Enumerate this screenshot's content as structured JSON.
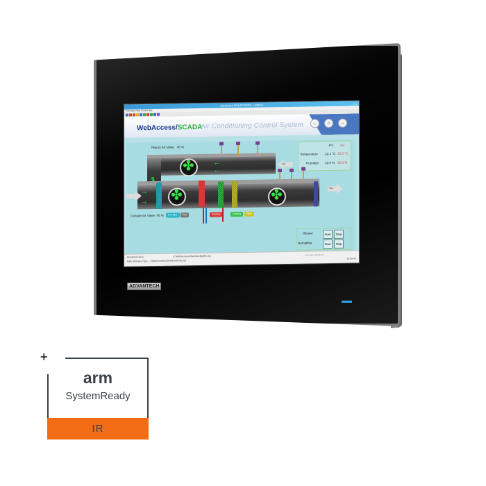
{
  "device": {
    "brand_label": "ADVANTECH",
    "led_color": "#29a8e8"
  },
  "window": {
    "title": "Advantech WebACCESS - Untitled",
    "controls": "_ □ x",
    "menu": "File  Edit  View  Tools  Help"
  },
  "hmi": {
    "logo_main": "WebAccess/",
    "logo_accent": "SCADA",
    "system_title": "Air Conditioning Control System",
    "nav": {
      "back": "←",
      "home": "⌂",
      "forward": "→"
    },
    "return_air_label": "Return Air Valve",
    "return_air_value": "45 %",
    "outside_air_label": "Outside Air Valve",
    "outside_air_value": "45 %",
    "arrow_out_label": "SUL",
    "arrow_in_label": "SUL",
    "readings": {
      "pv_header": "PV",
      "sv_header": "SV",
      "rows": [
        {
          "label": "Temperature",
          "pv": "12.1 °C",
          "sv": "25.0 °C"
        },
        {
          "label": "Humidity",
          "pv": "12.9 %",
          "sv": "35.0 %"
        }
      ]
    },
    "tags": [
      {
        "label": "Pre-filter",
        "color": "#2bb6c4"
      },
      {
        "label": "Fan",
        "color": "#7a7a7a"
      },
      {
        "label": "Heating",
        "color": "#d93636"
      },
      {
        "label": "Cooling",
        "color": "#39c24a"
      },
      {
        "label": "Filter",
        "color": "#c8c62a"
      }
    ],
    "controls": [
      {
        "label": "Blower",
        "start": "Start",
        "stop": "Stop"
      },
      {
        "label": "Humidifier",
        "start": "Start",
        "stop": "Stop"
      }
    ],
    "status": {
      "line1_left": "Disabled  Active",
      "line1_mid": "C:\\WebAccess\\Client\\config\\BK.bgr",
      "line2": "Path  Bitmaps  Type: ...\\WebAccess\\Client\\fixedfonts.bgr",
      "watermark": "Activate Windows",
      "time": "14:05:44"
    }
  },
  "badge": {
    "plus": "+",
    "arm": "arm",
    "system_ready": "SystemReady",
    "tier": "IR",
    "accent_color": "#f26c16"
  }
}
